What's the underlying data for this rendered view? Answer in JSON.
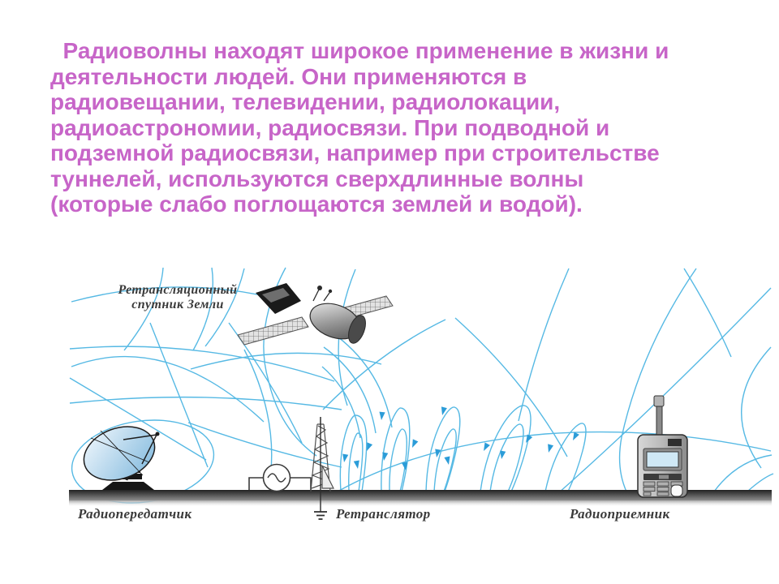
{
  "paragraph": {
    "color": "#c765c8",
    "lines": [
      "  Радиоволны находят широкое применение в жизни и",
      "деятельности людей. Они применяются в",
      "радиовещании, телевидении, радиолокации,",
      "радиоастрономии, радиосвязи. При подводной и",
      "подземной радиосвязи, например при строительстве",
      "туннелей, используются сверхдлинные волны",
      "(которые слабо поглощаются землей и водой)."
    ]
  },
  "figure": {
    "wave_color": "#56b9e4",
    "arrow_color": "#2b9cd8",
    "label_color": "#3a3a3a",
    "labels": {
      "satellite_lines": [
        "Ретрансляционный",
        "спутник Земли"
      ],
      "transmitter": "Радиопередатчик",
      "repeater": "Ретранслятор",
      "receiver": "Радиоприемник"
    }
  }
}
